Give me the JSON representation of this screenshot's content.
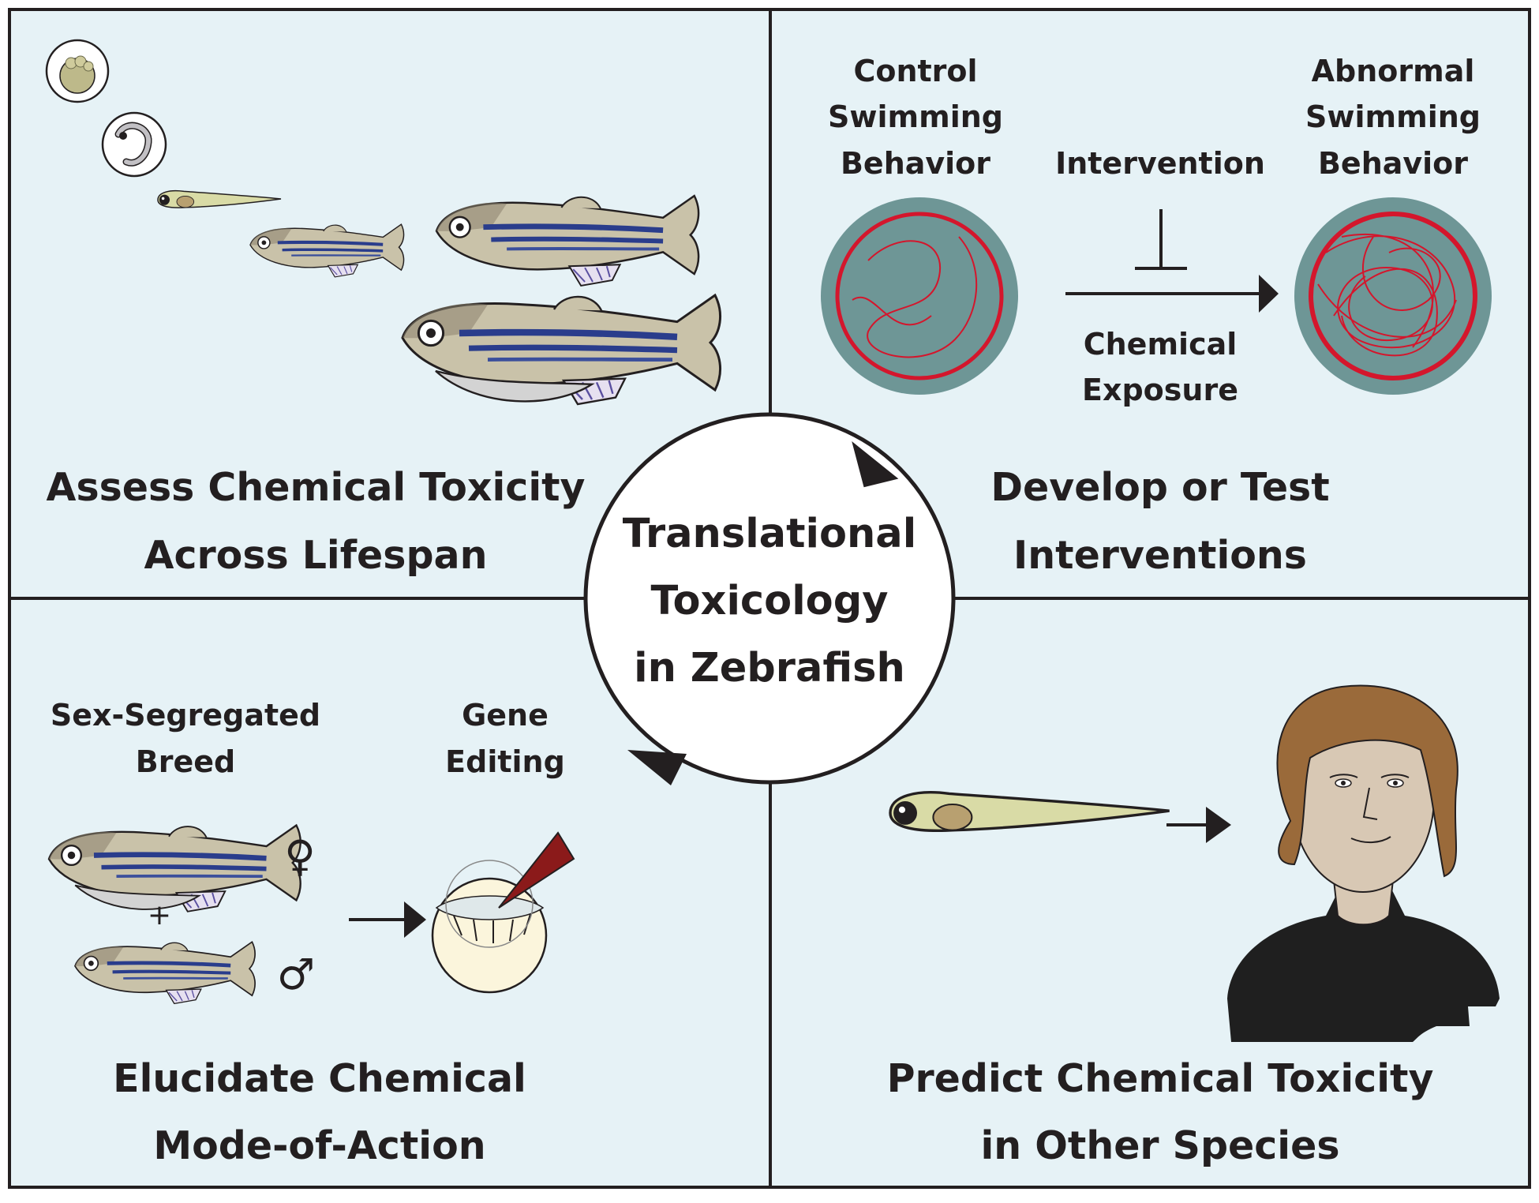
{
  "colors": {
    "panel_bg": "#e6f2f6",
    "border": "#231f20",
    "dish": "#6e9696",
    "trace": "#d4162c",
    "fish_stripe": "#2a3d8c",
    "fish_body": "#c9c2a9",
    "larva_body": "#d9dba6",
    "skin": "#d8c8b4",
    "hair": "#9a6a3a",
    "needle": "#8b1a1a"
  },
  "center": {
    "line1": "Translational",
    "line2": "Toxicology",
    "line3": "in Zebrafish"
  },
  "top_left": {
    "title_line1": "Assess Chemical Toxicity",
    "title_line2": "Across Lifespan"
  },
  "top_right": {
    "control_line1": "Control",
    "control_line2": "Swimming",
    "control_line3": "Behavior",
    "intervention": "Intervention",
    "abnormal_line1": "Abnormal",
    "abnormal_line2": "Swimming",
    "abnormal_line3": "Behavior",
    "exposure_line1": "Chemical",
    "exposure_line2": "Exposure",
    "title_line1": "Develop or Test",
    "title_line2": "Interventions"
  },
  "bottom_left": {
    "breed_line1": "Sex-Segregated",
    "breed_line2": "Breed",
    "gene_line1": "Gene",
    "gene_line2": "Editing",
    "female_symbol": "♀",
    "male_symbol": "♂",
    "plus": "+",
    "title_line1": "Elucidate Chemical",
    "title_line2": "Mode-of-Action"
  },
  "bottom_right": {
    "title_line1": "Predict Chemical Toxicity",
    "title_line2": "in Other Species"
  }
}
